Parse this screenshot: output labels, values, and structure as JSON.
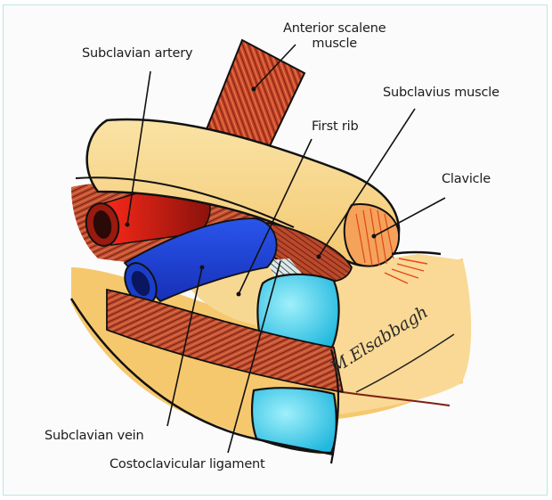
{
  "figure": {
    "type": "anatomical illustration",
    "subject": "Costoclavicular space / thoracic outlet",
    "labels": [
      {
        "id": "subclavian-artery",
        "text": "Subclavian artery"
      },
      {
        "id": "anterior-scalene-muscle",
        "text": "Anterior scalene\nmuscle",
        "lines": [
          "Anterior scalene",
          "muscle"
        ]
      },
      {
        "id": "subclavius-muscle",
        "text": "Subclavius muscle"
      },
      {
        "id": "first-rib",
        "text": "First rib"
      },
      {
        "id": "clavicle",
        "text": "Clavicle"
      },
      {
        "id": "subclavian-vein",
        "text": "Subclavian vein"
      },
      {
        "id": "costoclavicular-ligament",
        "text": "Costoclavicular ligament"
      }
    ],
    "signature": "M.Elsabbagh",
    "colors": {
      "artery": "#e8231e",
      "vein": "#1c3fd6",
      "bone": "#f7d88e",
      "muscle": "#b8452a",
      "ligament": "#35c7e6",
      "outline": "#111111",
      "frame": "#bfe3e3"
    }
  }
}
